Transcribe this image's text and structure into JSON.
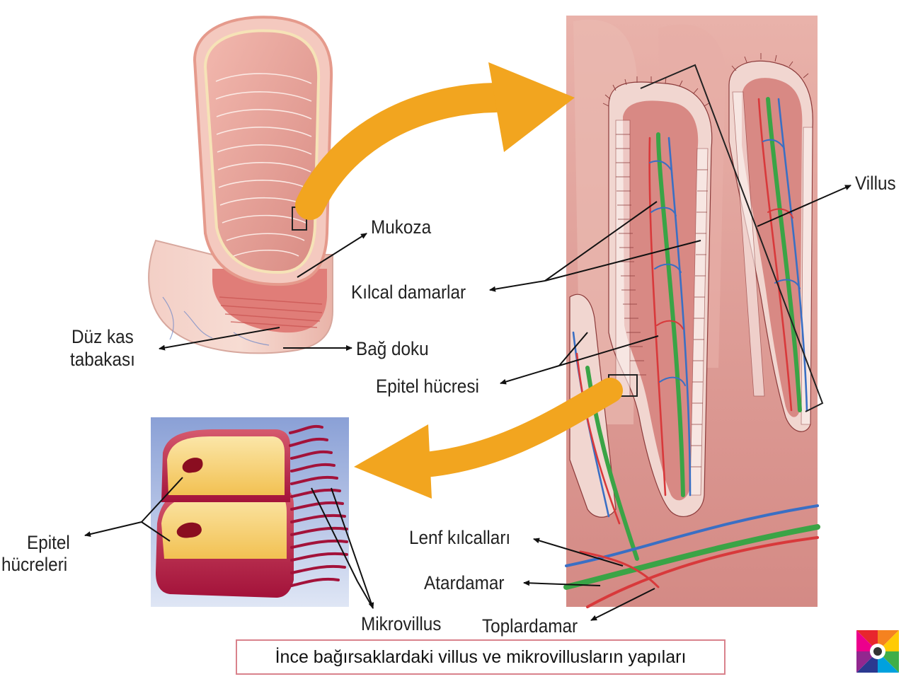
{
  "labels": {
    "mukoza": "Mukoza",
    "kilcal_damarlar": "Kılcal damarlar",
    "duz_kas_line1": "Düz kas",
    "duz_kas_line2": "tabakası",
    "bag_doku": "Bağ doku",
    "epitel_hucresi": "Epitel hücresi",
    "villus": "Villus",
    "epitel_hucreleri_line1": "Epitel",
    "epitel_hucreleri_line2": "hücreleri",
    "lenf_kilcallari": "Lenf kılcalları",
    "atardamar": "Atardamar",
    "mikrovillus": "Mikrovillus",
    "toplardamar": "Toplardamar"
  },
  "caption": "İnce bağırsaklardaki villus ve mikrovillusların yapıları",
  "colors": {
    "tissue_pink": "#e9a7a0",
    "artery_red": "#d8393b",
    "vein_blue": "#3a6fc4",
    "lymph_green": "#3aa446",
    "arrow_orange": "#f2a51f",
    "cell_yellow": "#f6d36b",
    "microvilli_crimson": "#a3123a"
  }
}
